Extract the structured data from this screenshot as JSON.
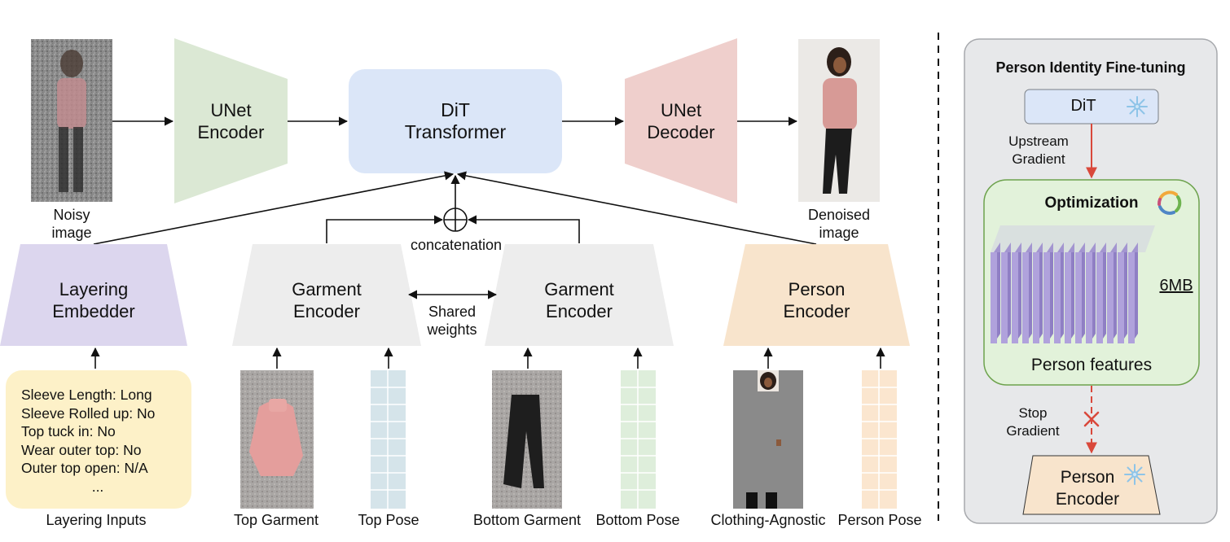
{
  "main": {
    "unet_encoder": {
      "line1": "UNet",
      "line2": "Encoder"
    },
    "dit": {
      "line1": "DiT",
      "line2": "Transformer"
    },
    "unet_decoder": {
      "line1": "UNet",
      "line2": "Decoder"
    },
    "noisy_image": {
      "line1": "Noisy",
      "line2": "image"
    },
    "denoised_image": {
      "line1": "Denoised",
      "line2": "image"
    },
    "concat_label": "concatenation",
    "layering_embedder": {
      "line1": "Layering",
      "line2": "Embedder"
    },
    "garment_encoder_top": {
      "line1": "Garment",
      "line2": "Encoder"
    },
    "garment_encoder_bottom": {
      "line1": "Garment",
      "line2": "Encoder"
    },
    "shared_weights": {
      "line1": "Shared",
      "line2": "weights"
    },
    "person_encoder": {
      "line1": "Person",
      "line2": "Encoder"
    },
    "layering_inputs": {
      "lines": [
        "Sleeve Length: Long",
        "Sleeve Rolled up: No",
        "Top tuck in: No",
        "Wear outer top: No",
        "Outer top open: N/A",
        "..."
      ],
      "caption": "Layering Inputs"
    },
    "captions": {
      "top_garment": "Top Garment",
      "top_pose": "Top Pose",
      "bottom_garment": "Bottom Garment",
      "bottom_pose": "Bottom Pose",
      "clothing_agnostic": "Clothing-Agnostic",
      "person_pose": "Person Pose"
    }
  },
  "side_panel": {
    "title": "Person Identity Fine-tuning",
    "dit": "DiT",
    "upstream": {
      "line1": "Upstream",
      "line2": "Gradient"
    },
    "optimization": "Optimization",
    "size": "6MB",
    "features": "Person features",
    "stop": {
      "line1": "Stop",
      "line2": "Gradient"
    },
    "encoder": {
      "line1": "Person",
      "line2": "Encoder"
    }
  },
  "colors": {
    "unet_encoder": "#dbe8d4",
    "dit": "#dbe6f8",
    "unet_decoder": "#efcfcc",
    "layering": "#dcd6ee",
    "garment": "#ededed",
    "person": "#f8e4cc",
    "inputs_box": "#fdf1c8",
    "panel": "#e7e8ea",
    "panel_border": "#a7a9ad",
    "optim": "#e2f2da",
    "optim_border": "#6da24d",
    "stack": "#a99ad6",
    "red": "#d9483b",
    "pose_blue": "#d5e4ea",
    "pose_green": "#deeedb",
    "pose_orange": "#fbe6cf"
  }
}
